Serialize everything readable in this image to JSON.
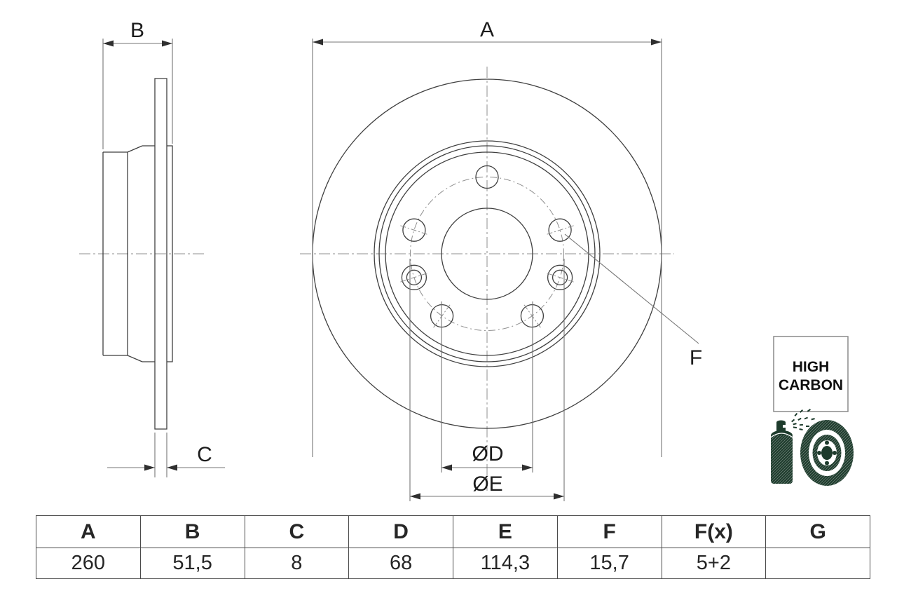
{
  "drawing": {
    "labels": {
      "dim_a": "A",
      "dim_b": "B",
      "dim_c": "C",
      "dim_f": "F",
      "dim_d": "ØD",
      "dim_e": "ØE"
    },
    "badge": {
      "line1": "HIGH",
      "line2": "CARBON"
    },
    "icons": {
      "spray": "spray-can-icon",
      "disc": "coated-disc-icon"
    },
    "colors": {
      "object_line": "#3f3f3f",
      "dimension_line": "#757575",
      "centerline": "#8f8f8f",
      "arrow": "#2f2f2f",
      "icon_green": "#1d3b2c",
      "table_border": "#4a4a4a"
    }
  },
  "table": {
    "headers": [
      "A",
      "B",
      "C",
      "D",
      "E",
      "F",
      "F(x)",
      "G"
    ],
    "values": [
      "260",
      "51,5",
      "8",
      "68",
      "114,3",
      "15,7",
      "5+2",
      ""
    ]
  }
}
